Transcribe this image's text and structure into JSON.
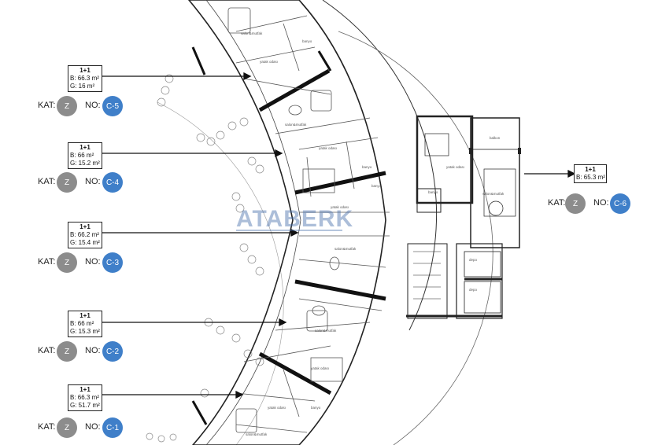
{
  "units_left": [
    {
      "id": "c5",
      "type": "1+1",
      "gross": "B: 66.3 m²",
      "garden": "G: 16 m²",
      "kat_label": "KAT:",
      "kat": "Z",
      "no_label": "NO:",
      "no": "C-5"
    },
    {
      "id": "c4",
      "type": "1+1",
      "gross": "B: 66 m²",
      "garden": "G: 15.2 m²",
      "kat_label": "KAT:",
      "kat": "Z",
      "no_label": "NO:",
      "no": "C-4"
    },
    {
      "id": "c3",
      "type": "1+1",
      "gross": "B: 66.2 m²",
      "garden": "G: 15.4 m²",
      "kat_label": "KAT:",
      "kat": "Z",
      "no_label": "NO:",
      "no": "C-3"
    },
    {
      "id": "c2",
      "type": "1+1",
      "gross": "B: 66 m²",
      "garden": "G: 15.3 m²",
      "kat_label": "KAT:",
      "kat": "Z",
      "no_label": "NO:",
      "no": "C-2"
    },
    {
      "id": "c1",
      "type": "1+1",
      "gross": "B: 66.3 m²",
      "garden": "G: 51.7 m²",
      "kat_label": "KAT:",
      "kat": "Z",
      "no_label": "NO:",
      "no": "C-1"
    }
  ],
  "unit_right": {
    "type": "1+1",
    "gross": "B: 65.3 m²",
    "kat_label": "KAT:",
    "kat": "Z",
    "no_label": "NO:",
    "no": "C-6"
  },
  "watermark": {
    "brand": "ATABERK"
  },
  "rooms": {
    "salon": "salon&mutfak",
    "yatak": "yatak odası",
    "banyo": "banyo",
    "balkon": "balkon",
    "depo1": "depo",
    "depo2": "depo"
  },
  "colors": {
    "no_badge": "#3f7fc9",
    "kat_badge": "#8c8c8c",
    "wall": "#111111"
  }
}
